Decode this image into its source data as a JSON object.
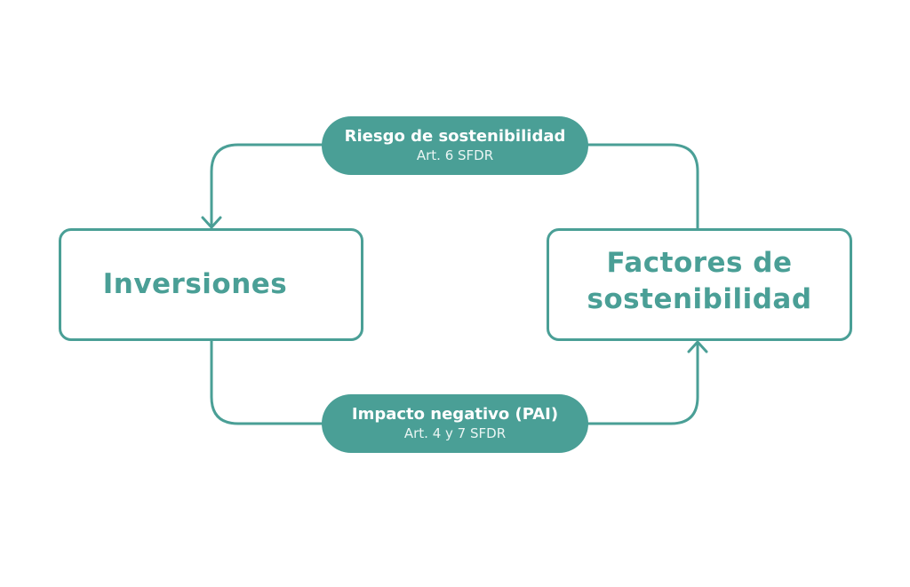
{
  "nodes": {
    "investments": {
      "label": "Inversiones"
    },
    "sustainability_factors": {
      "label": "Factores de sostenibilidad"
    }
  },
  "connectors": {
    "top": {
      "title": "Riesgo de sostenibilidad",
      "subtitle": "Art. 6 SFDR"
    },
    "bottom": {
      "title": "Impacto negativo (PAI)",
      "subtitle": "Art. 4 y 7 SFDR"
    }
  },
  "colors": {
    "accent": "#4a9f96",
    "background": "#ffffff",
    "pill_text": "#ffffff"
  }
}
